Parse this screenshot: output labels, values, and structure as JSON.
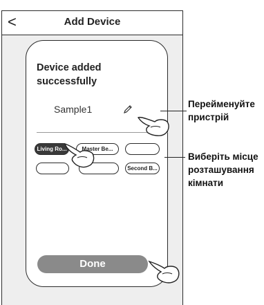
{
  "header": {
    "back_icon": "back-arrow-icon",
    "back_glyph": "<",
    "title": "Add Device"
  },
  "dialog": {
    "success_message": "Device added successfully",
    "device_name": "Sample1",
    "rooms": [
      {
        "label": "Living Ro...",
        "selected": true
      },
      {
        "label": "Master Be...",
        "selected": false
      },
      {
        "label": "",
        "selected": false
      },
      {
        "label": "",
        "selected": false
      },
      {
        "label": "",
        "selected": false
      },
      {
        "label": "Second B...",
        "selected": false
      }
    ],
    "done_label": "Done"
  },
  "annotations": {
    "rename": "Перейменуйте пристрій",
    "room": "Виберіть місце розташування кімнати"
  },
  "colors": {
    "selected_room": "#3a3a3a",
    "done_button": "#8a8a8a",
    "content_background": "#eeeeee"
  }
}
